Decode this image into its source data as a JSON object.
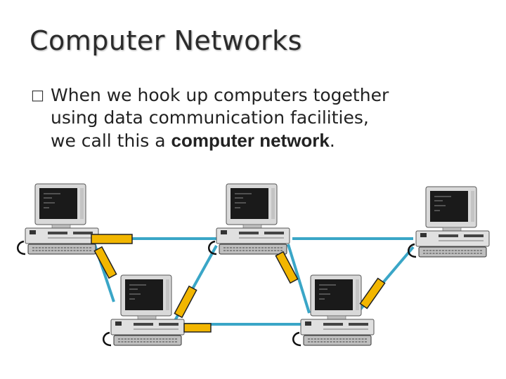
{
  "slide": {
    "title": "Computer Networks",
    "bullet": {
      "glyph": "□",
      "line1": "When we hook up computers together",
      "line2": "using data communication facilities,",
      "line3_prefix": "we call this a ",
      "line3_strong": "computer network",
      "line3_suffix": "."
    }
  },
  "diagram": {
    "link_color": "#3aa6c7",
    "connector_color": "#f2b600",
    "nodes": [
      "pc-top-left",
      "pc-top-center",
      "pc-top-right",
      "pc-bottom-left",
      "pc-bottom-right"
    ],
    "links": [
      [
        "pc-top-left",
        "pc-top-center"
      ],
      [
        "pc-top-center",
        "pc-top-right"
      ],
      [
        "pc-top-left",
        "pc-bottom-left"
      ],
      [
        "pc-bottom-left",
        "pc-top-center"
      ],
      [
        "pc-bottom-left",
        "pc-bottom-right"
      ],
      [
        "pc-top-center",
        "pc-bottom-right"
      ],
      [
        "pc-bottom-right",
        "pc-top-right"
      ]
    ]
  }
}
